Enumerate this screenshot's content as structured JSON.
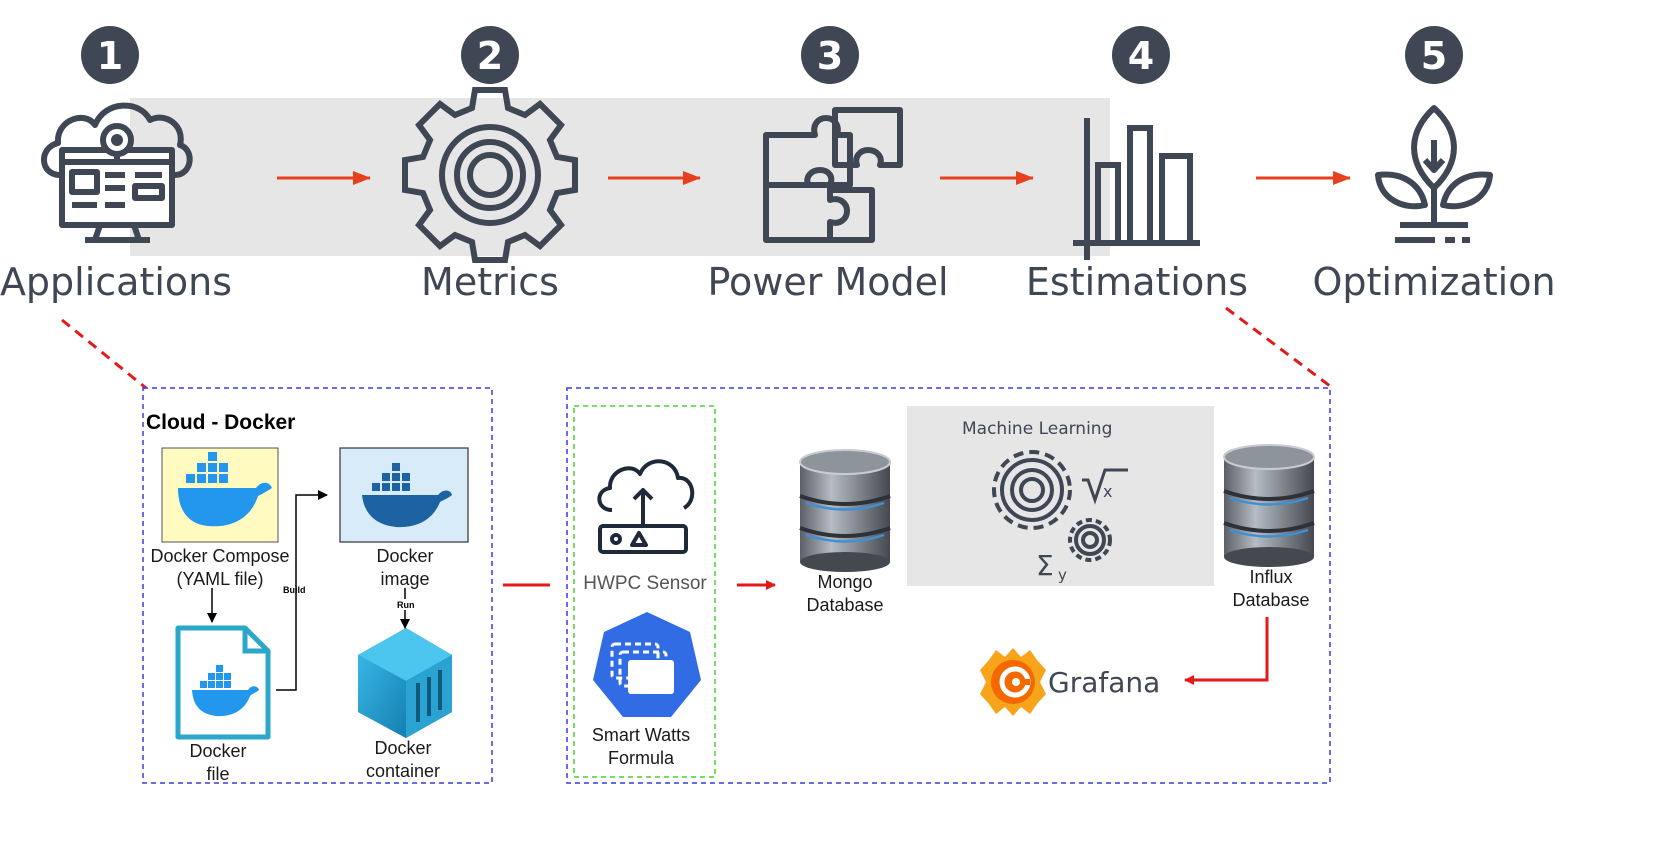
{
  "pipeline": {
    "steps": [
      {
        "number": "1",
        "label": "Applications"
      },
      {
        "number": "2",
        "label": "Metrics"
      },
      {
        "number": "3",
        "label": "Power Model"
      },
      {
        "number": "4",
        "label": "Estimations"
      },
      {
        "number": "5",
        "label": "Optimization"
      }
    ]
  },
  "docker_panel": {
    "title": "Cloud - Docker",
    "compose_label_1": "Docker Compose",
    "compose_label_2": "(YAML file)",
    "image_label_1": "Docker",
    "image_label_2": "image",
    "file_label_1": "Docker",
    "file_label_2": "file",
    "container_label_1": "Docker",
    "container_label_2": "container",
    "build_label": "Build",
    "run_label": "Run"
  },
  "powerapi_panel": {
    "sensor_label": "HWPC Sensor",
    "formula_label_1": "Smart Watts",
    "formula_label_2": "Formula",
    "mongo_label_1": "Mongo",
    "mongo_label_2": "Database",
    "ml_label": "Machine Learning",
    "influx_label_1": "Influx",
    "influx_label_2": "Database",
    "grafana_label": "Grafana"
  },
  "colors": {
    "icon": "#3f4654",
    "arrow_red": "#e8401c",
    "connector_red": "#e41a1a",
    "panel_border_blue": "#3a3ae0",
    "inner_border_green": "#4cd137",
    "band_gray": "#e6e6e6",
    "docker_blue": "#2396ed",
    "grafana_orange": "#f46800"
  }
}
